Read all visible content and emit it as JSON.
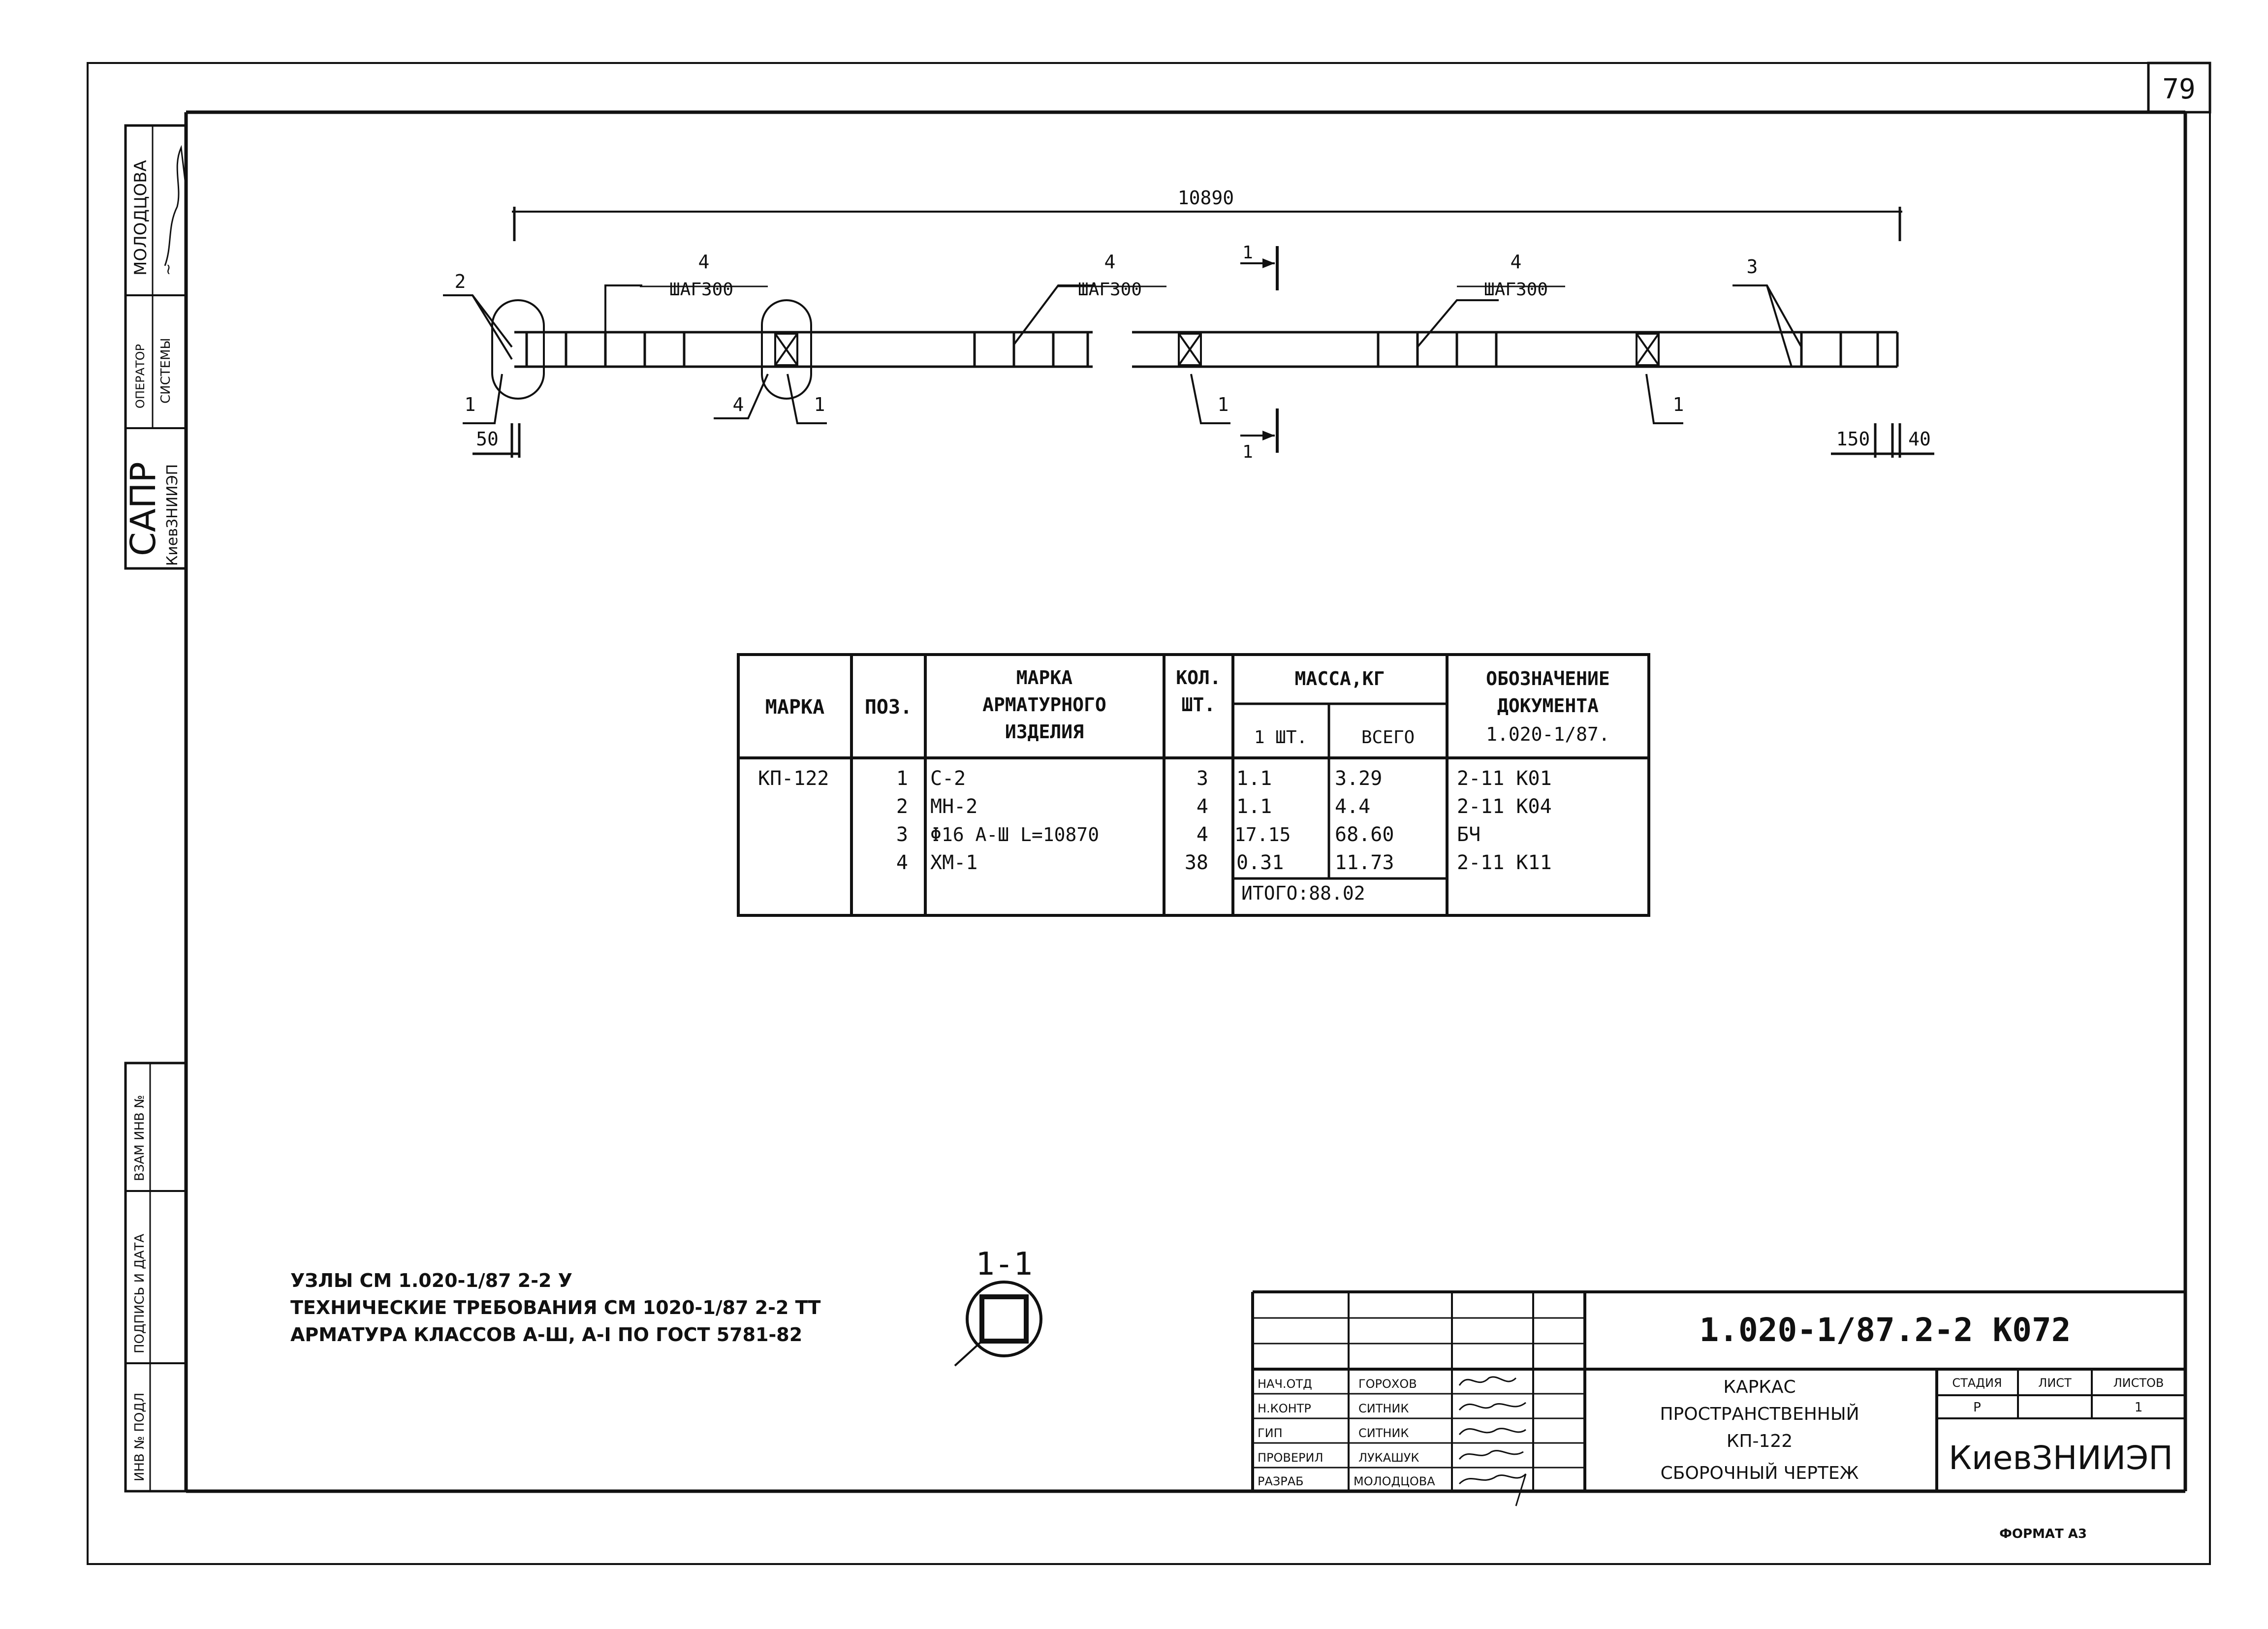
{
  "sheet_number": "79",
  "side_stamp": {
    "name": "МОЛОДЦОВА",
    "signature": "signature",
    "operator_line1": "ОПЕРАТОР",
    "operator_line2": "СИСТЕМЫ",
    "sapr": "САПР",
    "org": "КиевЗНИИЭП"
  },
  "left_strip": {
    "cell1": "ВЗАМ ИНВ №",
    "cell2": "ПОДПИСЬ И ДАТА",
    "cell3": "ИНВ № ПОДЛ"
  },
  "drawing": {
    "overall_dim": "10890",
    "callout_pitch": "ШАГ300",
    "callouts": [
      "2",
      "4",
      "4",
      "4",
      "3",
      "1",
      "4",
      "1",
      "1",
      "1"
    ],
    "dim_left": "50",
    "dim_right_a": "150",
    "dim_right_b": "40",
    "section_mark": "1"
  },
  "spec_table": {
    "headers": {
      "marka": "МАРКА",
      "poz": "ПОЗ.",
      "item_1": "МАРКА",
      "item_2": "АРМАТУРНОГО",
      "item_3": "ИЗДЕЛИЯ",
      "qty_1": "КОЛ.",
      "qty_2": "ШТ.",
      "mass": "МАССА,КГ",
      "mass_one": "1 ШТ.",
      "mass_total": "ВСЕГО",
      "doc_1": "ОБОЗНАЧЕНИЕ",
      "doc_2": "ДОКУМЕНТА",
      "doc_3": "1.020-1/87."
    },
    "marka": "КП-122",
    "rows": [
      {
        "poz": "1",
        "item": "С-2",
        "qty": "3",
        "mass_one": "1.1",
        "mass_total": "3.29",
        "doc": "2-11 К01"
      },
      {
        "poz": "2",
        "item": "МН-2",
        "qty": "4",
        "mass_one": "1.1",
        "mass_total": "4.4",
        "doc": "2-11 К04"
      },
      {
        "poz": "3",
        "item": "Φ16 А-Ш L=10870",
        "qty": "4",
        "mass_one": "17.15",
        "mass_total": "68.60",
        "doc": "БЧ"
      },
      {
        "poz": "4",
        "item": "ХМ-1",
        "qty": "38",
        "mass_one": "0.31",
        "mass_total": "11.73",
        "doc": "2-11 К11"
      }
    ],
    "total": "ИТОГО:88.02"
  },
  "section_label": "1-1",
  "notes": [
    "УЗЛЫ СМ 1.020-1/87 2-2 У",
    "ТЕХНИЧЕСКИЕ ТРЕБОВАНИЯ СМ 1020-1/87 2-2 ТТ",
    "АРМАТУРА КЛАССОВ А-Ш, А-I ПО ГОСТ 5781-82"
  ],
  "title_block": {
    "code": "1.020-1/87.2-2 К072",
    "title": [
      "КАРКАС",
      "ПРОСТРАНСТВЕННЫЙ",
      "КП-122",
      "СБОРОЧНЫЙ ЧЕРТЕЖ"
    ],
    "stage_label": "СТАДИЯ",
    "sheet_label": "ЛИСТ",
    "sheets_label": "ЛИСТОВ",
    "stage": "Р",
    "sheet": "",
    "sheets": "1",
    "org": "КиевЗНИИЭП",
    "staff": [
      {
        "role": "НАЧ.ОТД",
        "name": "ГОРОХОВ"
      },
      {
        "role": "Н.КОНТР",
        "name": "СИТНИК"
      },
      {
        "role": "ГИП",
        "name": "СИТНИК"
      },
      {
        "role": "ПРОВЕРИЛ",
        "name": "ЛУКАШУК"
      },
      {
        "role": "РАЗРАБ",
        "name": "МОЛОДЦОВА"
      }
    ]
  },
  "format": "ФОРМАТ А3"
}
